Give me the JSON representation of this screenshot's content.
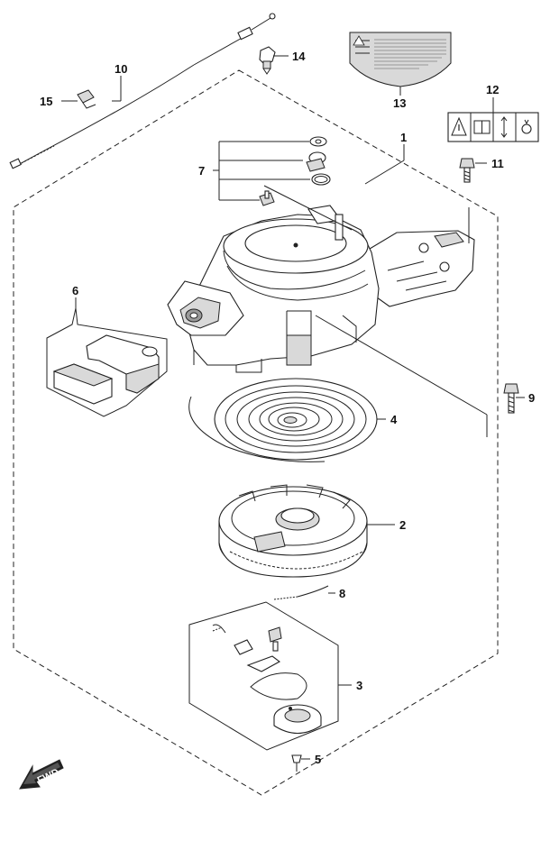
{
  "callouts": {
    "c1": "1",
    "c2": "2",
    "c3": "3",
    "c4": "4",
    "c5": "5",
    "c6": "6",
    "c7": "7",
    "c8": "8",
    "c9": "9",
    "c10": "10",
    "c11": "11",
    "c12": "12",
    "c13": "13",
    "c14": "14",
    "c15": "15"
  },
  "direction_badge": "FWD"
}
